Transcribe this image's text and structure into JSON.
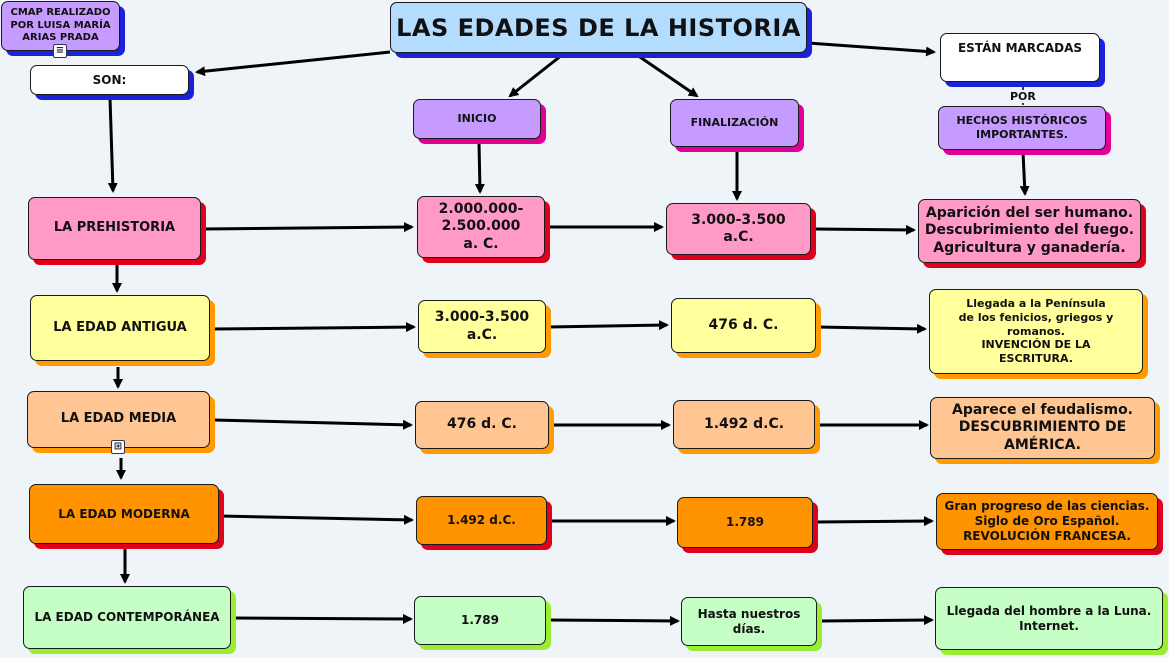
{
  "author_note": "CMAP REALIZADO\nPOR LUISA MARÍA\nARIAS PRADA",
  "title": "LAS EDADES DE LA HISTORIA",
  "son": "SON:",
  "inicio": "INICIO",
  "finalizacion": "FINALIZACIÓN",
  "estan_marcadas": "ESTÁN MARCADAS",
  "por": "POR",
  "hechos": "HECHOS HISTÓRICOS\nIMPORTANTES.",
  "rows": [
    {
      "age": "LA PREHISTORIA",
      "start": "2.000.000-\n2.500.000\na. C.",
      "end": "3.000-3.500\na.C.",
      "facts": "Aparición del ser humano.\nDescubrimiento del fuego.\nAgricultura y ganadería."
    },
    {
      "age": "LA EDAD ANTIGUA",
      "start": "3.000-3.500\na.C.",
      "end": "476 d. C.",
      "facts": "Llegada a la Península\nde los fenicios, griegos y\nromanos.\nINVENCIÓN DE LA\nESCRITURA."
    },
    {
      "age": "LA EDAD MEDIA",
      "start": "476 d. C.",
      "end": "1.492 d.C.",
      "facts": "Aparece el feudalismo.\nDESCUBRIMIENTO DE\nAMÉRICA."
    },
    {
      "age": "LA EDAD MODERNA",
      "start": "1.492 d.C.",
      "end": "1.789",
      "facts": "Gran progreso de las ciencias.\nSiglo de Oro Español.\nREVOLUCIÓN FRANCESA."
    },
    {
      "age": "LA EDAD CONTEMPORÁNEA",
      "start": "1.789",
      "end": "Hasta nuestros\ndías.",
      "facts": "Llegada del hombre a la Luna.\nInternet."
    }
  ],
  "colors": {
    "prehistoria": "#ff9ac6",
    "antigua": "#ffff9c",
    "media": "#ffc693",
    "moderna": "#ff9300",
    "contemporanea": "#c6ffc6",
    "link_node": "#c69bff",
    "title": "#b3dcff"
  },
  "icons": [
    "note-icon",
    "concept-map-icon"
  ]
}
